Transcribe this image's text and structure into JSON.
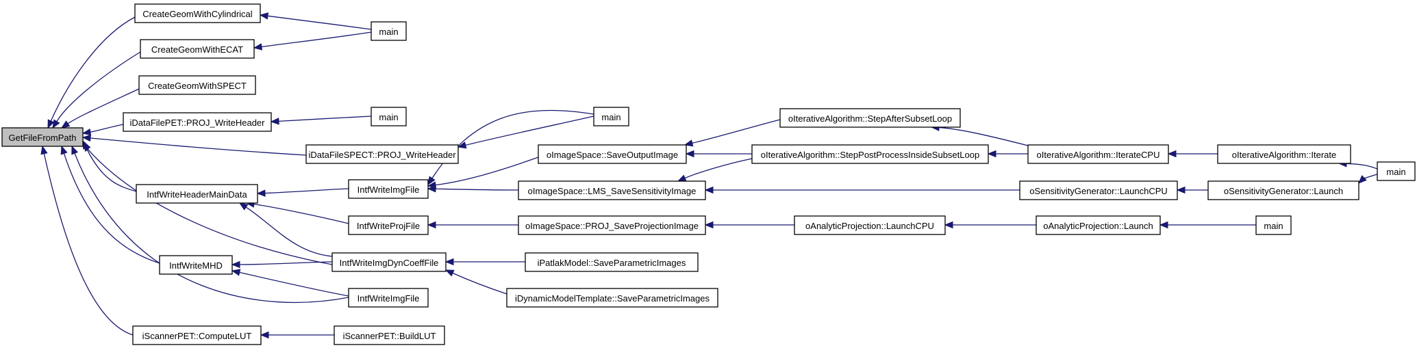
{
  "graph": {
    "type": "doxygen-caller-graph",
    "colors": {
      "edge": "#191970",
      "root_fill": "#bfbfbf",
      "node_fill": "#ffffff",
      "node_border": "#000000"
    },
    "nodes": [
      {
        "id": "n0",
        "label": "GetFileFromPath",
        "root": true
      },
      {
        "id": "n1",
        "label": "CreateGeomWithCylindrical"
      },
      {
        "id": "n2",
        "label": "CreateGeomWithECAT"
      },
      {
        "id": "n3",
        "label": "CreateGeomWithSPECT"
      },
      {
        "id": "n4",
        "label": "iDataFilePET::PROJ_WriteHeader"
      },
      {
        "id": "n5",
        "label": "iDataFileSPECT::PROJ_WriteHeader"
      },
      {
        "id": "n6",
        "label": "IntfWriteHeaderMainData"
      },
      {
        "id": "n7",
        "label": "IntfWriteMHD"
      },
      {
        "id": "n8",
        "label": "iScannerPET::ComputeLUT"
      },
      {
        "id": "n9",
        "label": "main"
      },
      {
        "id": "n10",
        "label": "main"
      },
      {
        "id": "n11",
        "label": "main"
      },
      {
        "id": "n12",
        "label": "IntfWriteImgFile"
      },
      {
        "id": "n13",
        "label": "IntfWriteProjFile"
      },
      {
        "id": "n14",
        "label": "IntfWriteImgDynCoeffFile"
      },
      {
        "id": "n15",
        "label": "IntfWriteImgFile"
      },
      {
        "id": "n16",
        "label": "iScannerPET::BuildLUT"
      },
      {
        "id": "n17",
        "label": "oImageSpace::SaveOutputImage"
      },
      {
        "id": "n18",
        "label": "oImageSpace::LMS_SaveSensitivityImage"
      },
      {
        "id": "n19",
        "label": "oImageSpace::PROJ_SaveProjectionImage"
      },
      {
        "id": "n20",
        "label": "iPatlakModel::SaveParametricImages"
      },
      {
        "id": "n21",
        "label": "iDynamicModelTemplate::SaveParametricImages"
      },
      {
        "id": "n22",
        "label": "oIterativeAlgorithm::StepAfterSubsetLoop"
      },
      {
        "id": "n23",
        "label": "oIterativeAlgorithm::StepPostProcessInsideSubsetLoop"
      },
      {
        "id": "n24",
        "label": "oAnalyticProjection::LaunchCPU"
      },
      {
        "id": "n25",
        "label": "oIterativeAlgorithm::IterateCPU"
      },
      {
        "id": "n26",
        "label": "oSensitivityGenerator::LaunchCPU"
      },
      {
        "id": "n27",
        "label": "oAnalyticProjection::Launch"
      },
      {
        "id": "n28",
        "label": "oIterativeAlgorithm::Iterate"
      },
      {
        "id": "n29",
        "label": "oSensitivityGenerator::Launch"
      },
      {
        "id": "n30",
        "label": "main"
      },
      {
        "id": "n31",
        "label": "main"
      }
    ],
    "edges": [
      {
        "from": "n1",
        "to": "n0"
      },
      {
        "from": "n2",
        "to": "n0"
      },
      {
        "from": "n3",
        "to": "n0"
      },
      {
        "from": "n4",
        "to": "n0"
      },
      {
        "from": "n5",
        "to": "n0"
      },
      {
        "from": "n6",
        "to": "n0"
      },
      {
        "from": "n7",
        "to": "n0"
      },
      {
        "from": "n8",
        "to": "n0"
      },
      {
        "from": "n14",
        "to": "n0"
      },
      {
        "from": "n15",
        "to": "n0"
      },
      {
        "from": "n9",
        "to": "n1"
      },
      {
        "from": "n9",
        "to": "n2"
      },
      {
        "from": "n10",
        "to": "n4"
      },
      {
        "from": "n11",
        "to": "n5"
      },
      {
        "from": "n12",
        "to": "n6"
      },
      {
        "from": "n13",
        "to": "n6"
      },
      {
        "from": "n14",
        "to": "n6"
      },
      {
        "from": "n14",
        "to": "n7"
      },
      {
        "from": "n15",
        "to": "n7"
      },
      {
        "from": "n16",
        "to": "n8"
      },
      {
        "from": "n11",
        "to": "n12"
      },
      {
        "from": "n17",
        "to": "n12"
      },
      {
        "from": "n18",
        "to": "n12"
      },
      {
        "from": "n19",
        "to": "n13"
      },
      {
        "from": "n20",
        "to": "n14"
      },
      {
        "from": "n21",
        "to": "n14"
      },
      {
        "from": "n22",
        "to": "n17"
      },
      {
        "from": "n23",
        "to": "n17"
      },
      {
        "from": "n23",
        "to": "n18"
      },
      {
        "from": "n26",
        "to": "n18"
      },
      {
        "from": "n24",
        "to": "n19"
      },
      {
        "from": "n25",
        "to": "n22"
      },
      {
        "from": "n25",
        "to": "n23"
      },
      {
        "from": "n28",
        "to": "n25"
      },
      {
        "from": "n27",
        "to": "n24"
      },
      {
        "from": "n29",
        "to": "n26"
      },
      {
        "from": "n31",
        "to": "n27"
      },
      {
        "from": "n30",
        "to": "n28"
      },
      {
        "from": "n30",
        "to": "n29"
      }
    ]
  }
}
